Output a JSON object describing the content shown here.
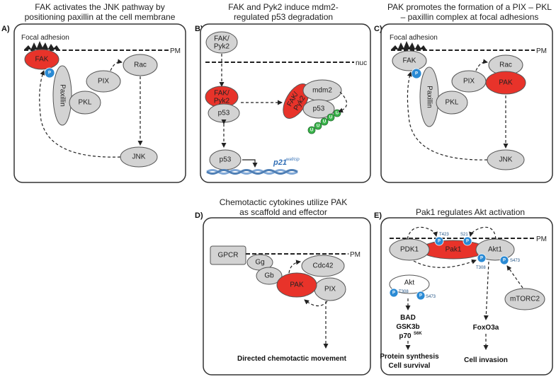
{
  "panelA": {
    "letter": "A)",
    "title1": "FAK activates the JNK pathway by",
    "title2": "positioning paxillin at the cell membrane",
    "focal": "Focal adhesion",
    "pm": "PM",
    "fak": "FAK",
    "p": "P",
    "paxillin": "Paxillin",
    "pkl": "PKL",
    "pix": "PIX",
    "rac": "Rac",
    "jnk": "JNK"
  },
  "panelB": {
    "letter": "B)",
    "title1": "FAK and Pyk2 induce mdm2-",
    "title2": "regulated p53 degradation",
    "fakpyk": "FAK/",
    "fakpyk2": "Pyk2",
    "nuc": "nuc",
    "p53": "p53",
    "mdm2": "mdm2",
    "u": "U",
    "gene": "p21",
    "gene_sup": "waf/cip"
  },
  "panelC": {
    "letter": "C)",
    "title1": "PAK promotes the formation of a PIX – PKL",
    "title2": "– paxillin complex at focal adhesions",
    "focal": "Focal adhesion",
    "pm": "PM",
    "fak": "FAK",
    "p": "P",
    "paxillin": "Paxillin",
    "pkl": "PKL",
    "pix": "PIX",
    "rac": "Rac",
    "pak": "PAK",
    "jnk": "JNK"
  },
  "panelD": {
    "letter": "D)",
    "title1": "Chemotactic cytokines utilize PAK",
    "title2": "as scaffold and effector",
    "gpcr": "GPCR",
    "pm": "PM",
    "gg": "Gg",
    "gb": "Gb",
    "cdc42": "Cdc42",
    "pak": "PAK",
    "pix": "PIX",
    "outcome": "Directed chemotactic movement"
  },
  "panelE": {
    "letter": "E)",
    "title": "Pak1 regulates Akt activation",
    "pm": "PM",
    "pdk1": "PDK1",
    "pak1": "Pak1",
    "akt1": "Akt1",
    "t423": "T423",
    "s21": "S21",
    "t308": "T308",
    "s473": "S473",
    "akt": "Akt",
    "p": "P",
    "mtorc2": "mTORC2",
    "bad": "BAD",
    "gsk3b": "GSK3b",
    "p70": "p70",
    "p70sup": "S6K",
    "foxo": "FoxO3a",
    "out1a": "Protein synthesis",
    "out1b": "Cell survival",
    "out2": "Cell invasion"
  }
}
